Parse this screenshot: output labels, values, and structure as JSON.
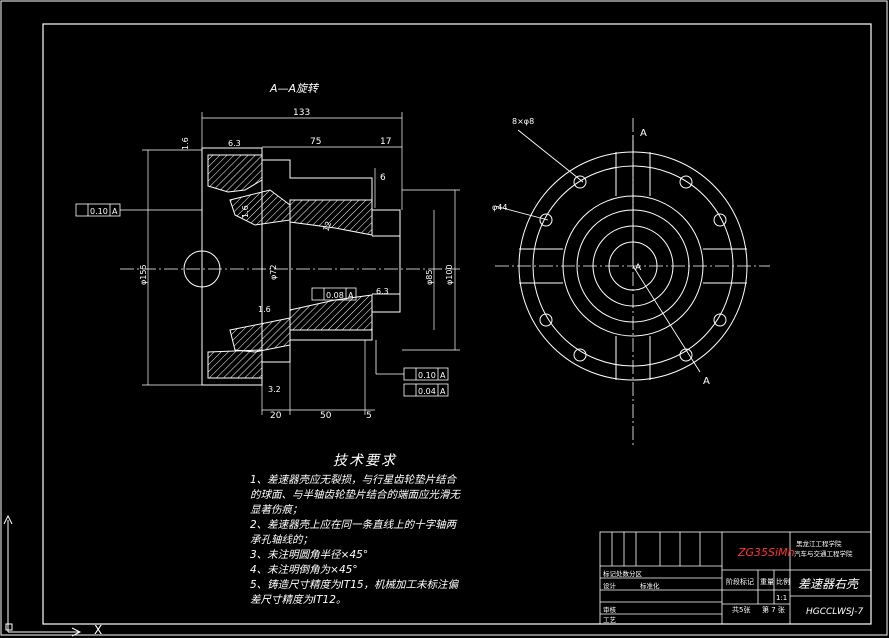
{
  "section_label": "A—A旋转",
  "dims": {
    "d133": "133",
    "d75": "75",
    "d17": "17",
    "d20": "20",
    "d50": "50",
    "d5": "5",
    "r63a": "6.3",
    "r63b": "6.3",
    "r16a": "1.6",
    "r16b": "1.6",
    "r16c": "1.6",
    "r32": "3.2",
    "phi155": "φ155",
    "phi100": "φ100",
    "phi85": "φ85",
    "phi72": "φ72",
    "d6": "6",
    "r12": "12",
    "cf1": "0.10",
    "cf2": "0.08",
    "cf3": "0.10",
    "cf4": "0.04",
    "datum": "A",
    "holes": "8×φ8",
    "phi44": "φ44",
    "a_mark": "A"
  },
  "tech": {
    "title": "技术要求",
    "lines": [
      "1、差速器壳应无裂损，与行星齿轮垫片结合",
      "的球面、与半轴齿轮垫片结合的端面应光滑无",
      "显著伤痕；",
      "2、差速器壳上应在同一条直线上的十字轴两",
      "承孔轴线的；",
      "3、未注明圆角半径×45°",
      "4、未注明倒角为×45°",
      "5、铸造尺寸精度为IT15，机械加工未标注偏",
      "差尺寸精度为IT12。"
    ]
  },
  "title_block": {
    "material": "ZG35SiMn",
    "school_1": "黑龙江工程学院",
    "school_2": "汽车与交通工程学院",
    "part_name": "差速器右壳",
    "drawing_no": "HGCCLWSJ-7",
    "cell_stage": "阶段标记",
    "cell_weight": "重量",
    "cell_scale": "比例",
    "scale": "1:1",
    "sheets": "共5张",
    "sheet_no": "第 7 张",
    "row_design": "设计",
    "row_check": "审核",
    "row_proc": "工艺",
    "row_mark": "标记处数分区",
    "row_std": "标准化"
  },
  "colors": {
    "line": "#ffffff",
    "material": "#ff3333",
    "background": "#000000"
  }
}
